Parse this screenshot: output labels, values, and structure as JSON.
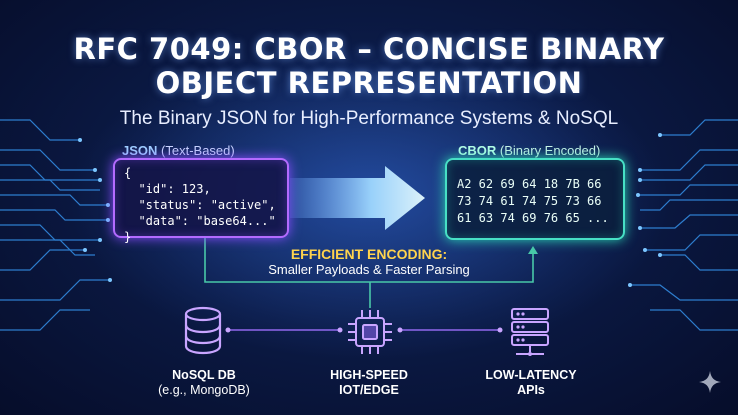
{
  "title_line1": "RFC 7049: CBOR – CONCISE BINARY",
  "title_line2": "OBJECT REPRESENTATION",
  "subtitle": "The Binary JSON for High-Performance Systems & NoSQL",
  "json_panel": {
    "label_bold": "JSON",
    "label_rest": " (Text-Based)",
    "lines": [
      "{",
      "  \"id\": 123,",
      "  \"status\": \"active\",",
      "  \"data\": \"base64...\"",
      "}"
    ]
  },
  "cbor_panel": {
    "label_bold": "CBOR",
    "label_rest": " (Binary Encoded)",
    "lines": [
      "A2 62 69 64 18 7B 66",
      "73 74 61 74 75 73 66",
      "61 63 74 69 76 65 ..."
    ]
  },
  "encoding": {
    "title": "EFFICIENT ENCODING:",
    "subtitle": "Smaller Payloads & Faster Parsing"
  },
  "use_cases": [
    {
      "icon": "database-icon",
      "line1": "NoSQL DB",
      "line2": "(e.g., MongoDB)"
    },
    {
      "icon": "chip-icon",
      "line1": "HIGH-SPEED",
      "line2": "IOT/EDGE"
    },
    {
      "icon": "server-icon",
      "line1": "LOW-LATENCY",
      "line2": "APIs"
    }
  ],
  "colors": {
    "json_accent": "#b36bff",
    "cbor_accent": "#47e0c5",
    "highlight": "#ffd34d",
    "background": "#0b1a45"
  }
}
